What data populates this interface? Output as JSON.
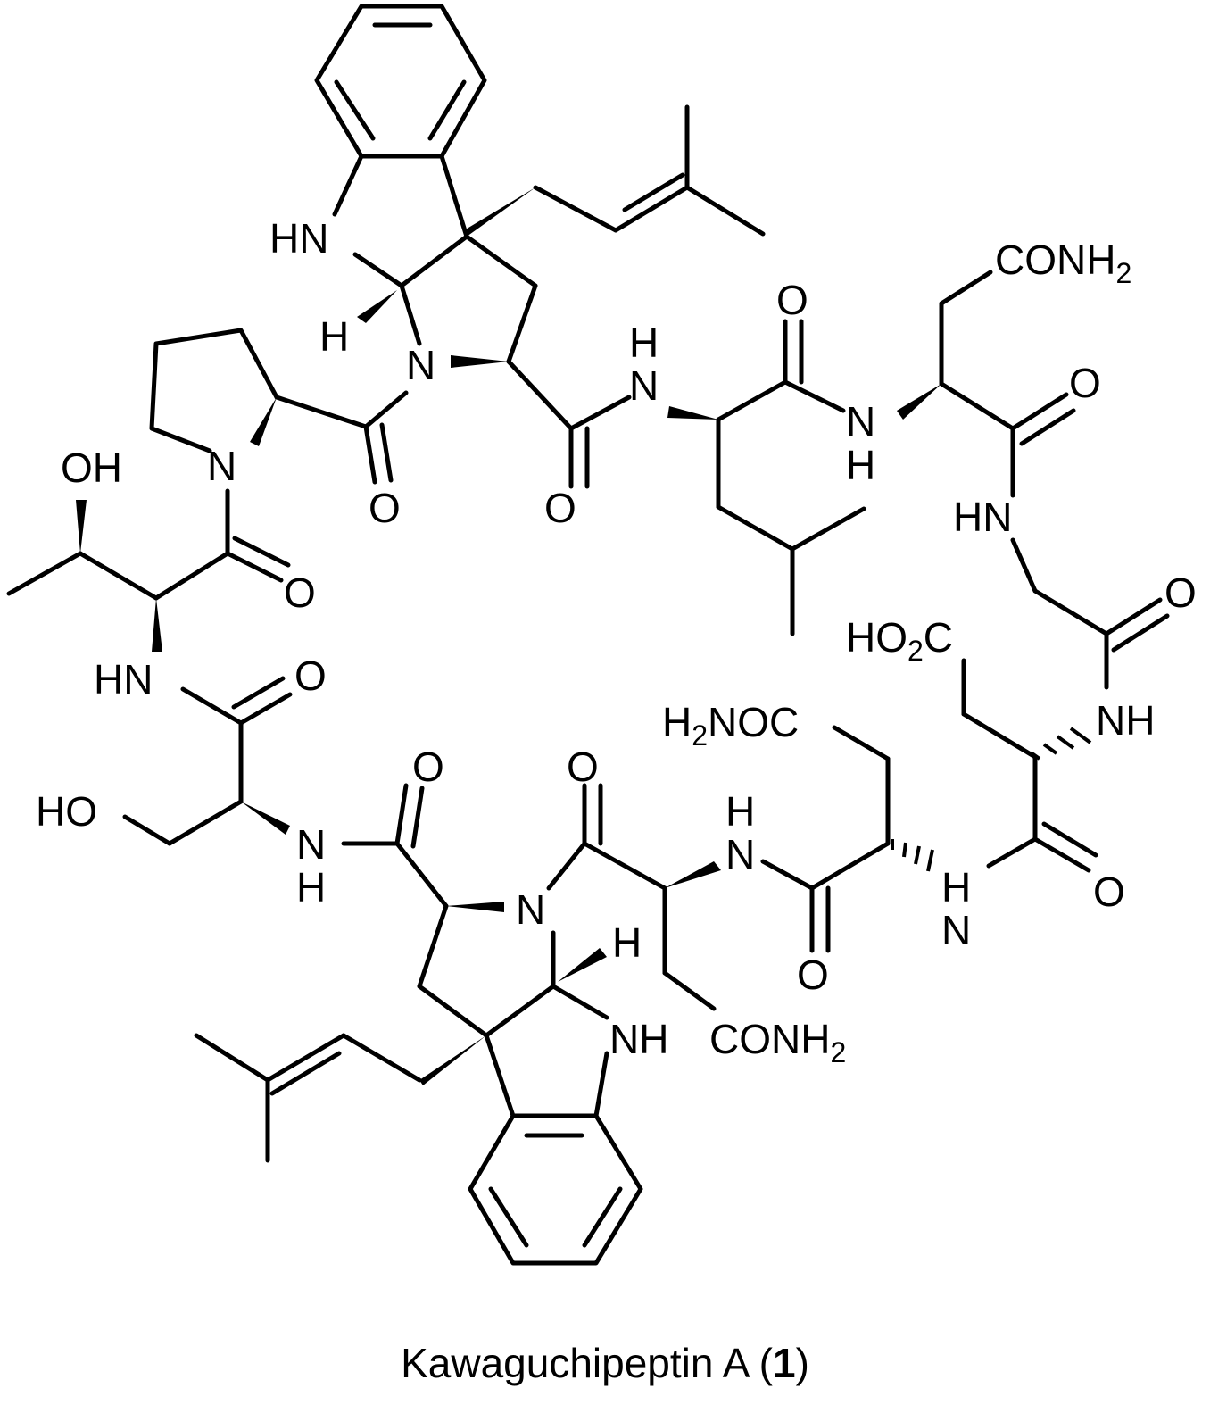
{
  "caption": {
    "name": "Kawaguchipeptin A",
    "number": "1"
  },
  "labels": {
    "hn_top": "HN",
    "h_top": "H",
    "n_top_ring": "N",
    "n_pro": "N",
    "o_pro": "O",
    "o_trp1": "O",
    "nh_leu_n": "N",
    "nh_leu_h": "H",
    "o_leu": "O",
    "nh_asn1_n": "N",
    "nh_asn1_h": "H",
    "conh2_top": "CONH",
    "conh2_top_sub": "2",
    "o_asn1": "O",
    "hn_gly": "HN",
    "o_gly": "O",
    "ho2c_a": "HO",
    "ho2c_sub": "2",
    "ho2c_b": "C",
    "nh_asp": "NH",
    "o_asp": "O",
    "nh_gln_n": "N",
    "nh_gln_h": "H",
    "h2noc_a": "H",
    "h2noc_sub": "2",
    "h2noc_b": "NOC",
    "o_gln": "O",
    "nh_asn2_n": "N",
    "nh_asn2_h": "H",
    "o_trp2_left": "O",
    "o_trp2_right": "O",
    "n_bottom_ring": "N",
    "h_bottom": "H",
    "nh_bottom": "NH",
    "conh2_bottom": "CONH",
    "conh2_bottom_sub": "2",
    "nh_ser_n": "N",
    "nh_ser_h": "H",
    "ho_ser": "HO",
    "hn_thr": "HN",
    "o_thr_amide": "O",
    "oh_thr": "OH",
    "o_thr": "O"
  }
}
